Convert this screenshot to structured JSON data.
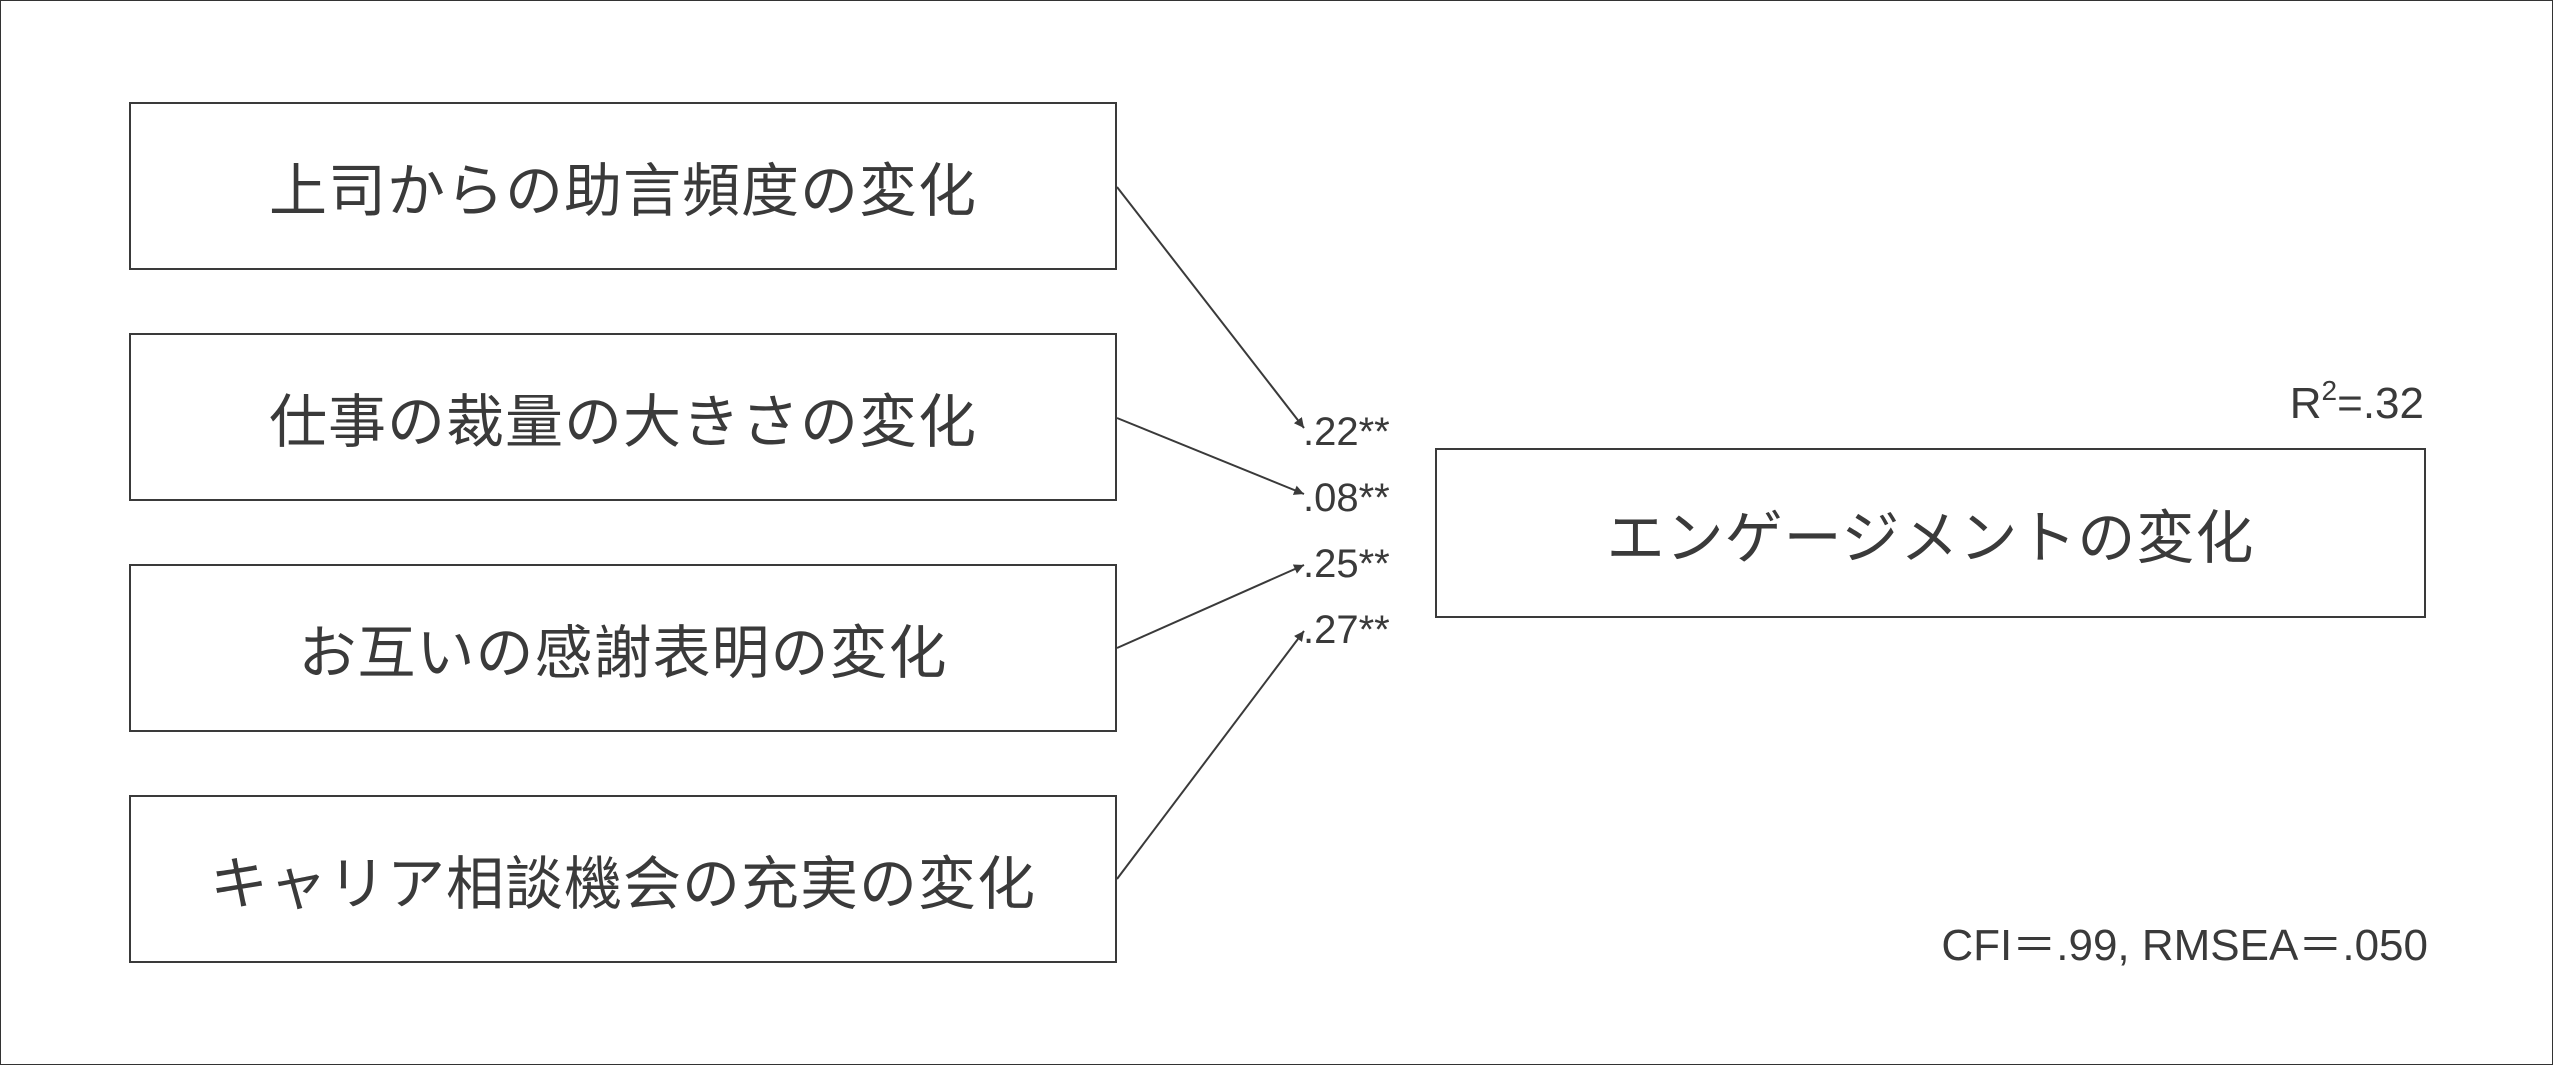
{
  "predictors": [
    {
      "label": "上司からの助言頻度の変化",
      "coef": ".22**"
    },
    {
      "label": "仕事の裁量の大きさの変化",
      "coef": ".08**"
    },
    {
      "label": "お互いの感謝表明の変化",
      "coef": ".25**"
    },
    {
      "label": "キャリア相談機会の充実の変化",
      "coef": ".27**"
    }
  ],
  "outcome": {
    "label": "エンゲージメントの変化",
    "r2_base": "R",
    "r2_sup": "2",
    "r2_value": "=.32"
  },
  "fit_indices": "CFI＝.99, RMSEA＝.050",
  "colors": {
    "line": "#3a3a3a",
    "text": "#3a3a3a",
    "background": "#ffffff"
  }
}
